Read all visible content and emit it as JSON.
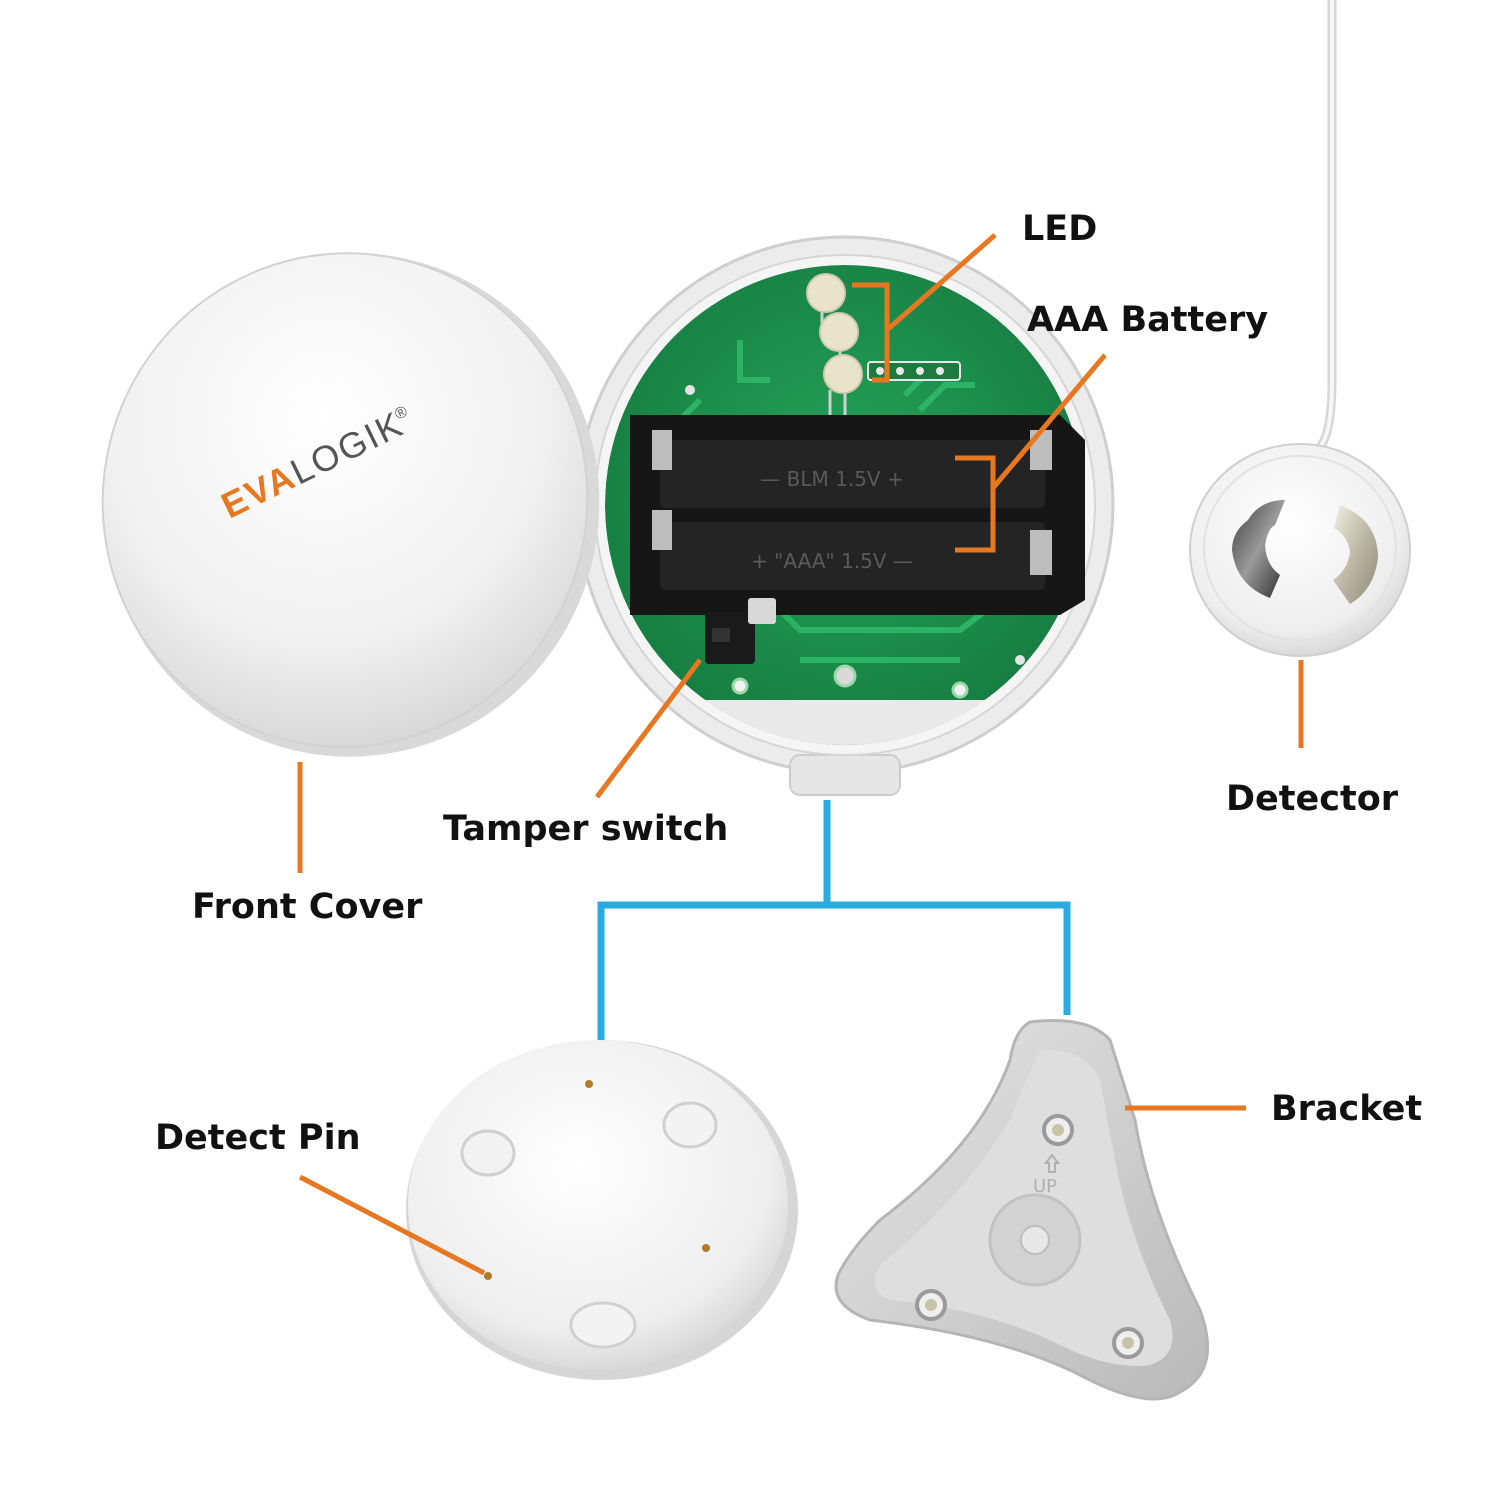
{
  "brand": {
    "logo_text": "EVALOGIK",
    "logo_part1": "EVA",
    "logo_part2": "LOGIK",
    "registered_mark": "®"
  },
  "labels": {
    "led": "LED",
    "aaa_battery": "AAA Battery",
    "tamper_switch": "Tamper switch",
    "front_cover": "Front Cover",
    "detector": "Detector",
    "detect_pin": "Detect Pin",
    "bracket": "Bracket"
  },
  "battery_holder": {
    "top_marking": "— BLM 1.5V +",
    "bottom_marking": "+ \"AAA\" 1.5V —"
  },
  "bracket_marking": "UP",
  "colors": {
    "callout_orange": "#E87722",
    "connector_blue": "#29ABE2",
    "pcb_green": "#1E8F4E",
    "battery_black": "#151515",
    "device_white": "#F4F4F4",
    "logo_orange": "#E87722",
    "logo_grey": "#555555"
  }
}
